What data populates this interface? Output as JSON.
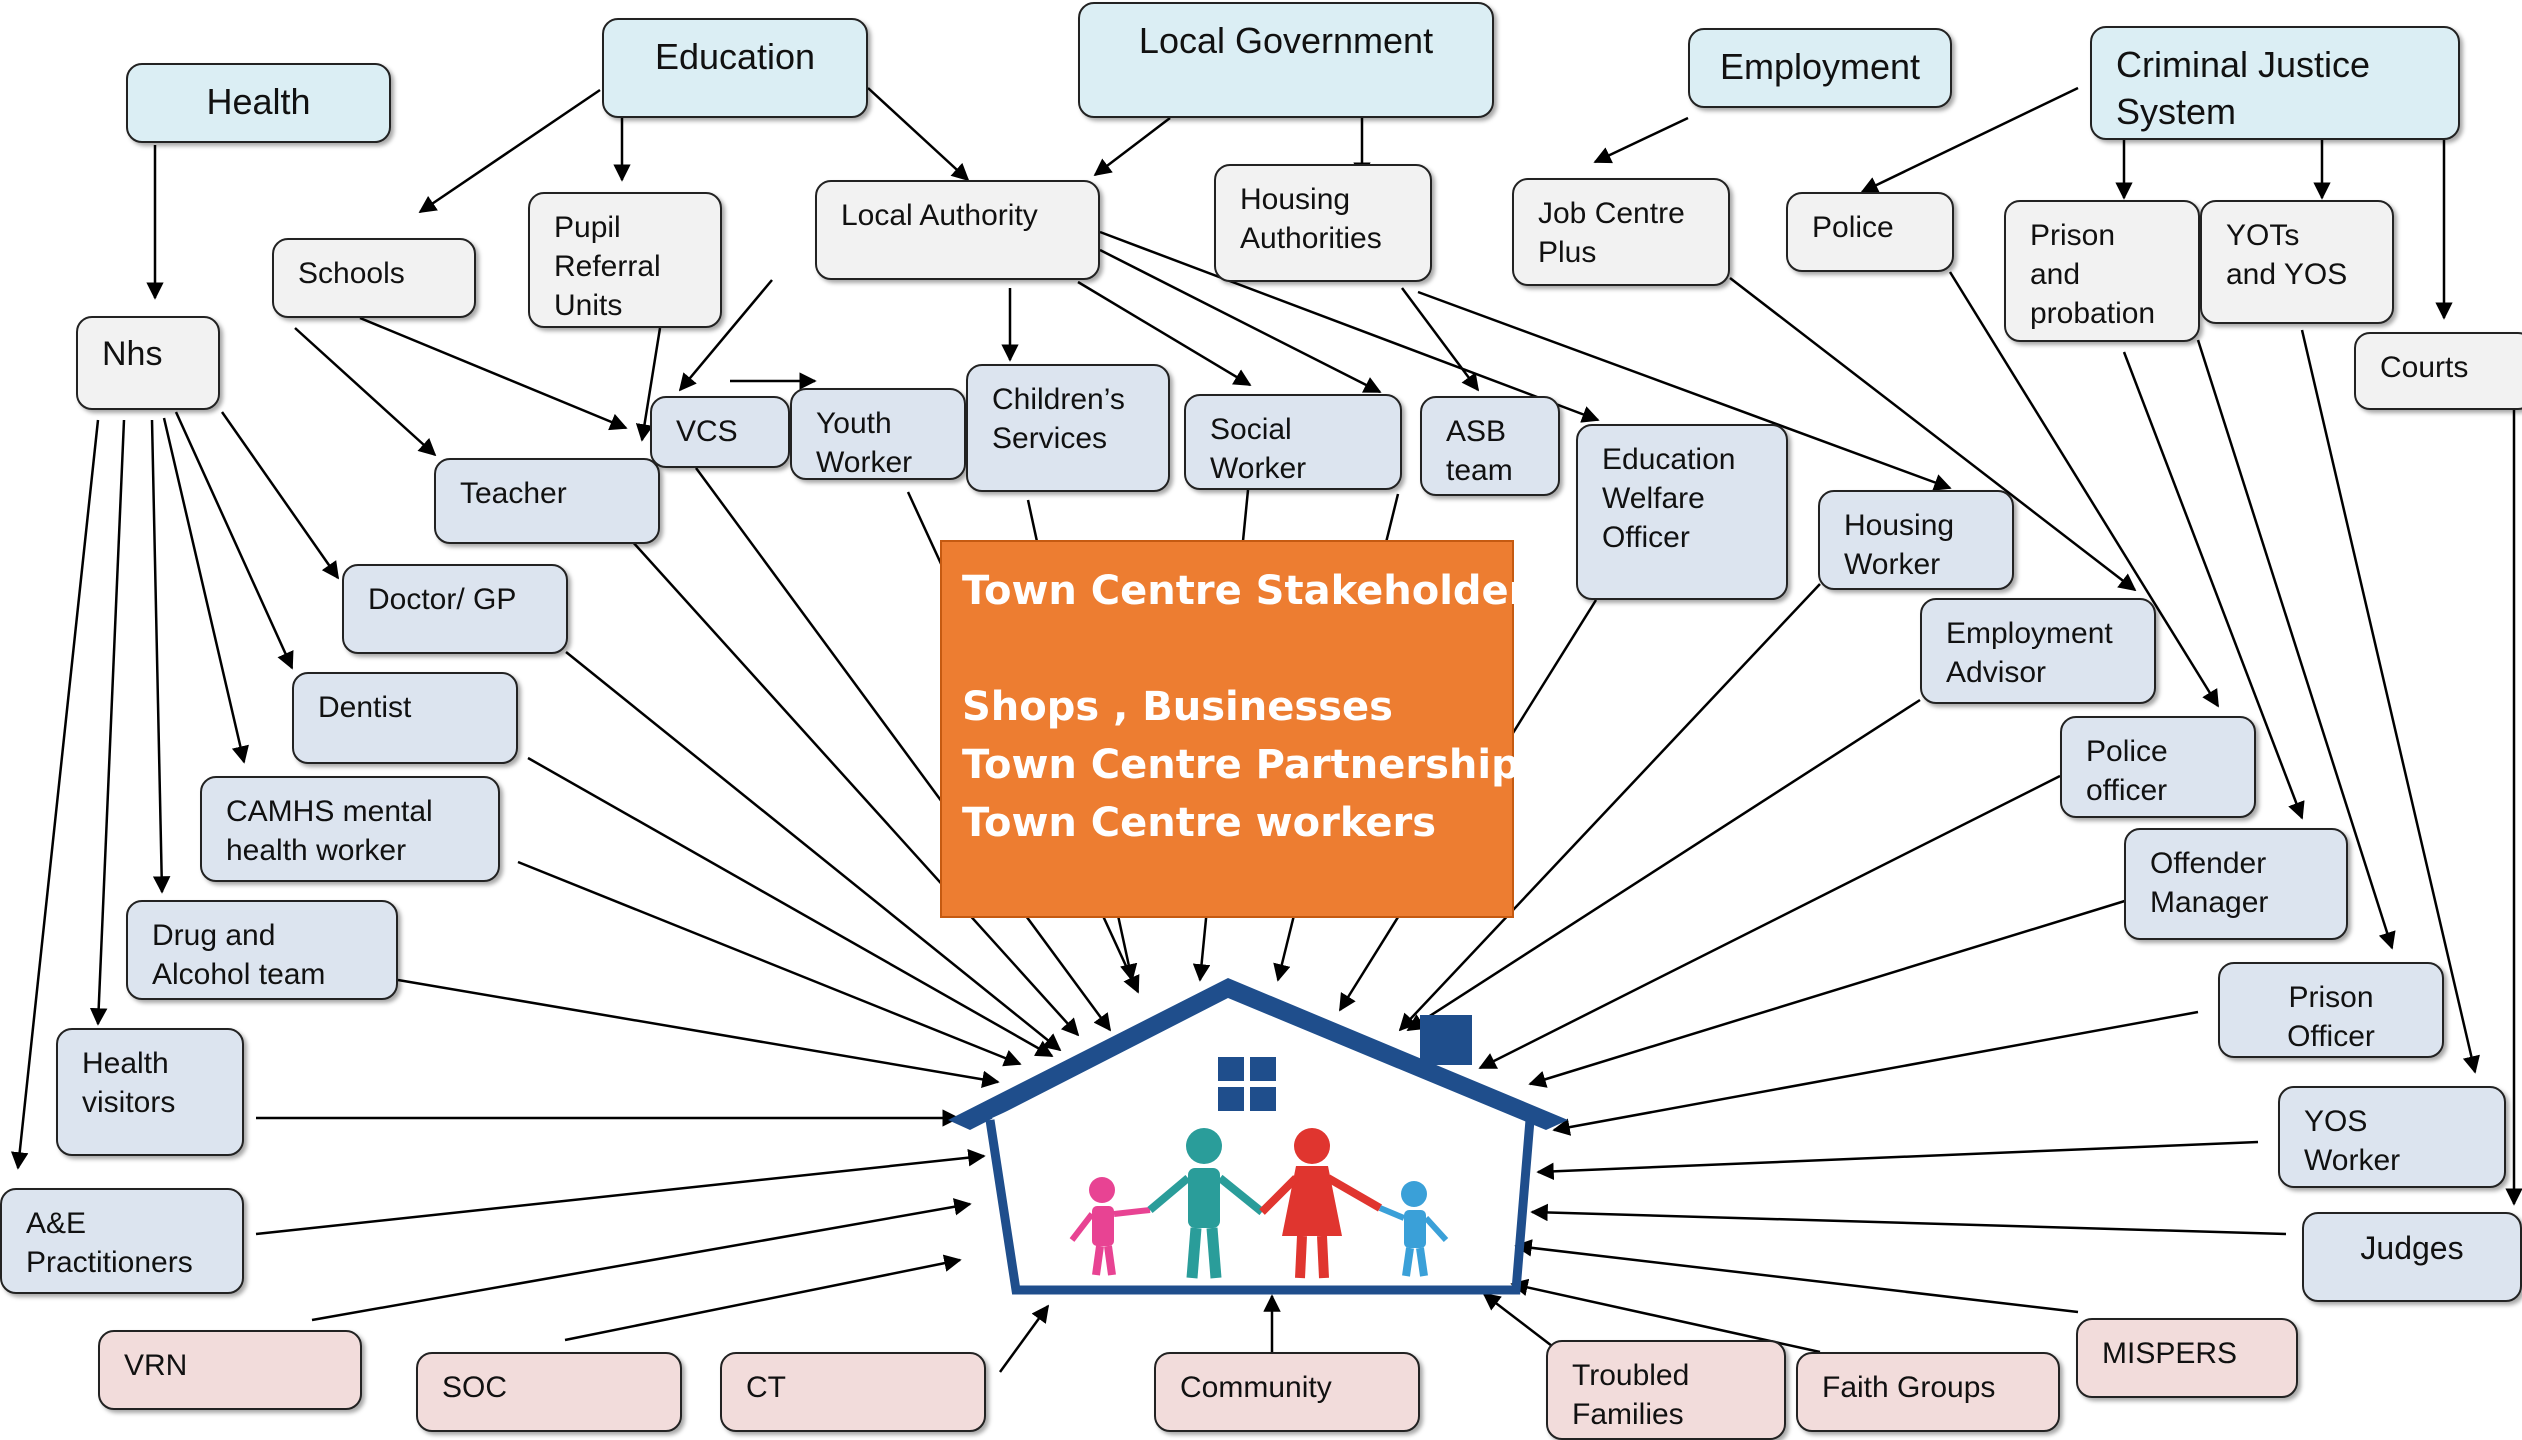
{
  "nodes": {
    "health": "Health",
    "education": "Education",
    "local_government": "Local Government",
    "employment": "Employment",
    "criminal_justice": "Criminal Justice\nSystem",
    "nhs": "Nhs",
    "schools": "Schools",
    "pupil_referral": "Pupil\nReferral\nUnits",
    "local_authority": "Local Authority",
    "housing_authorities": "Housing\nAuthorities",
    "job_centre_plus": "Job Centre\nPlus",
    "police": "Police",
    "prison_probation": "Prison\nand\nprobation",
    "yots_yos": "YOTs\nand YOS",
    "courts": "Courts",
    "teacher": "Teacher",
    "vcs": "VCS",
    "youth_worker": "Youth\nWorker",
    "childrens_services": "Children’s\nServices",
    "social_worker": "Social\nWorker",
    "asb_team": "ASB\nteam",
    "education_welfare": "Education\nWelfare\nOfficer",
    "housing_worker": "Housing\nWorker",
    "employment_advisor": "Employment\nAdvisor",
    "police_officer": "Police\nofficer",
    "offender_manager": "Offender\nManager",
    "prison_officer": "Prison\nOfficer",
    "yos_worker": "YOS\nWorker",
    "judges": "Judges",
    "doctor_gp": "Doctor/ GP",
    "dentist": "Dentist",
    "camhs": "CAMHS mental\nhealth worker",
    "drug_alcohol": "Drug and\nAlcohol team",
    "health_visitors": "Health\nvisitors",
    "ae_practitioners": "A&E\nPractitioners",
    "vrn": "VRN",
    "soc": "SOC",
    "ct": "CT",
    "community": "Community",
    "troubled_families": "Troubled\nFamilies",
    "faith_groups": "Faith Groups",
    "mispers": "MISPERS"
  },
  "centre": {
    "title": "Town Centre Stakeholders:",
    "line1": "Shops , Businesses",
    "line2": "Town Centre Partnerships",
    "line3": "Town Centre workers"
  },
  "colors": {
    "category_fill": "#dbeef4",
    "organisation_fill": "#f2f2f2",
    "worker_fill": "#dce4ef",
    "community_fill": "#f2dcdb",
    "centre_fill": "#ed7d31",
    "house_outline": "#1f4e8c"
  }
}
